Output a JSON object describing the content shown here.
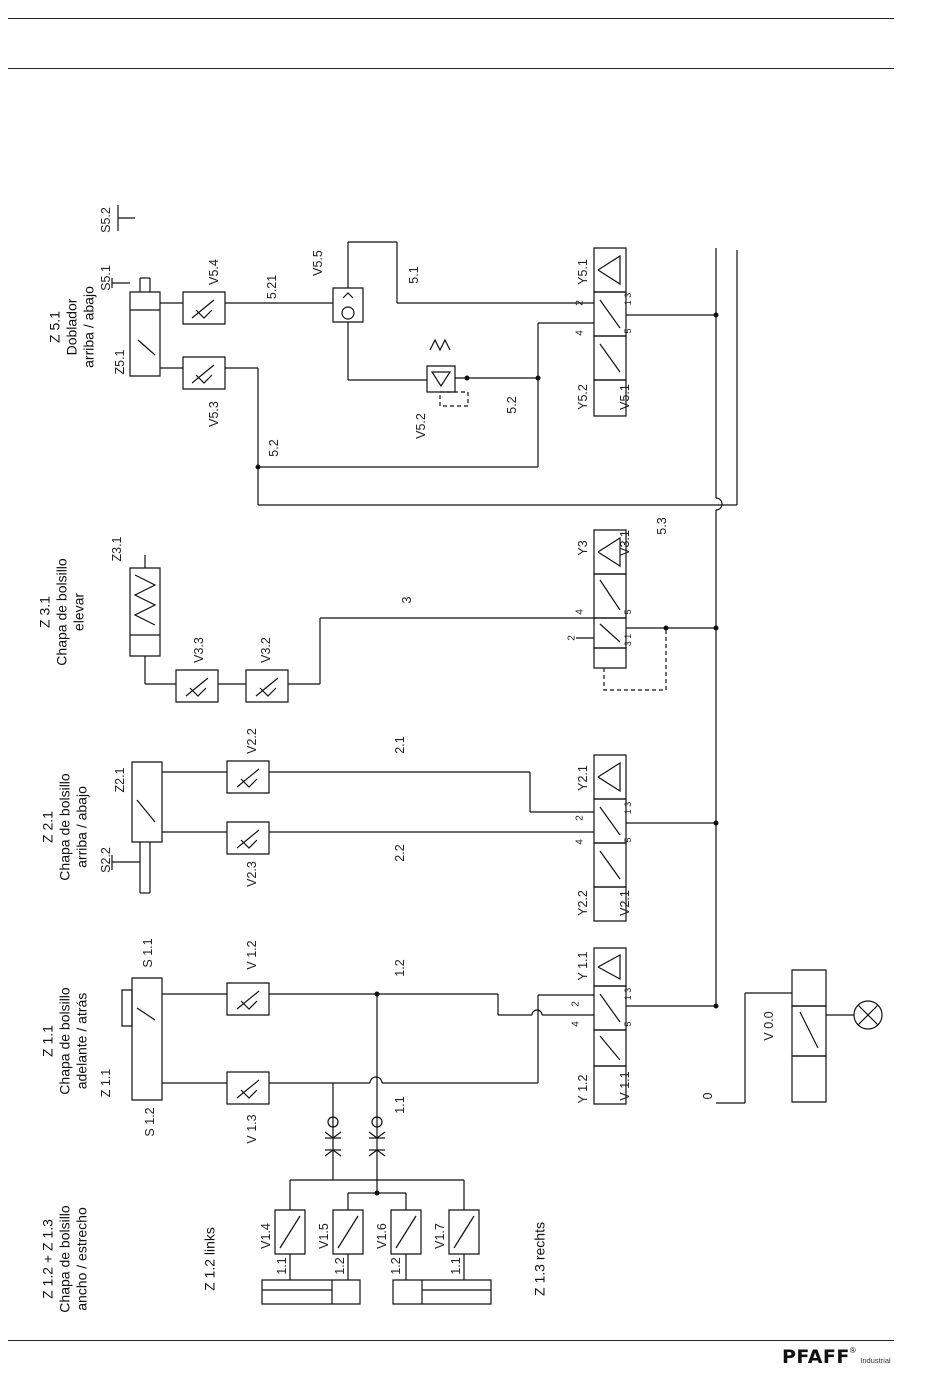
{
  "groups": {
    "z51": {
      "id": "Z 5.1",
      "name": "Doblador",
      "desc": "arriba / abajo"
    },
    "z31": {
      "id": "Z 3.1",
      "name": "Chapa de bolsillo",
      "desc": "elevar"
    },
    "z21": {
      "id": "Z 2.1",
      "name": "Chapa de bolsillo",
      "desc": "arriba / abajo"
    },
    "z11": {
      "id": "Z 1.1",
      "name": "Chapa de bolsillo",
      "desc": "adelante / atrás"
    },
    "z1213": {
      "id": "Z 1.2 + Z 1.3",
      "name": "Chapa de bolsillo",
      "desc": "ancho / estrecho"
    }
  },
  "labels": {
    "s52": "S5.2",
    "s51": "S5.1",
    "z51": "Z5.1",
    "v54": "V5.4",
    "v53": "V5.3",
    "l521": "5.21",
    "v55": "V5.5",
    "l51": "5.1",
    "v52": "V5.2",
    "l52a": "5.2",
    "l52b": "5.2",
    "y51": "Y5.1",
    "y52": "Y5.2",
    "v51": "V5.1",
    "z31": "Z3.1",
    "v33": "V3.3",
    "v32": "V3.2",
    "l3": "3",
    "y3": "Y3",
    "v31": "V3.1",
    "l53": "5.3",
    "z21": "Z2.1",
    "s22": "S2.2",
    "v22": "V2.2",
    "v23": "V2.3",
    "l21": "2.1",
    "l22": "2.2",
    "y21": "Y2.1",
    "y22": "Y2.2",
    "v21": "V2.1",
    "s11": "S 1.1",
    "s12": "S 1.2",
    "z11s": "Z 1.1",
    "v12": "V 1.2",
    "v13": "V 1.3",
    "l12": "1.2",
    "l11": "1.1",
    "y11": "Y 1.1",
    "y12": "Y 1.2",
    "v11": "V 1.1",
    "v00": "V 0.0",
    "l0": "0",
    "v14": "V1.4",
    "v15": "V1.5",
    "v16": "V1.6",
    "v17": "V1.7",
    "p11a": "1.1",
    "p12a": "1.2",
    "p12b": "1.2",
    "p11b": "1.1",
    "z12": "Z 1.2 links",
    "z13": "Z 1.3 rechts",
    "port2": "2",
    "port4": "4",
    "port5": "5",
    "port13": "1 3",
    "port31": "3 1"
  },
  "footer": {
    "brand": "PFAFF",
    "reg": "®",
    "sub": "Industrial"
  }
}
